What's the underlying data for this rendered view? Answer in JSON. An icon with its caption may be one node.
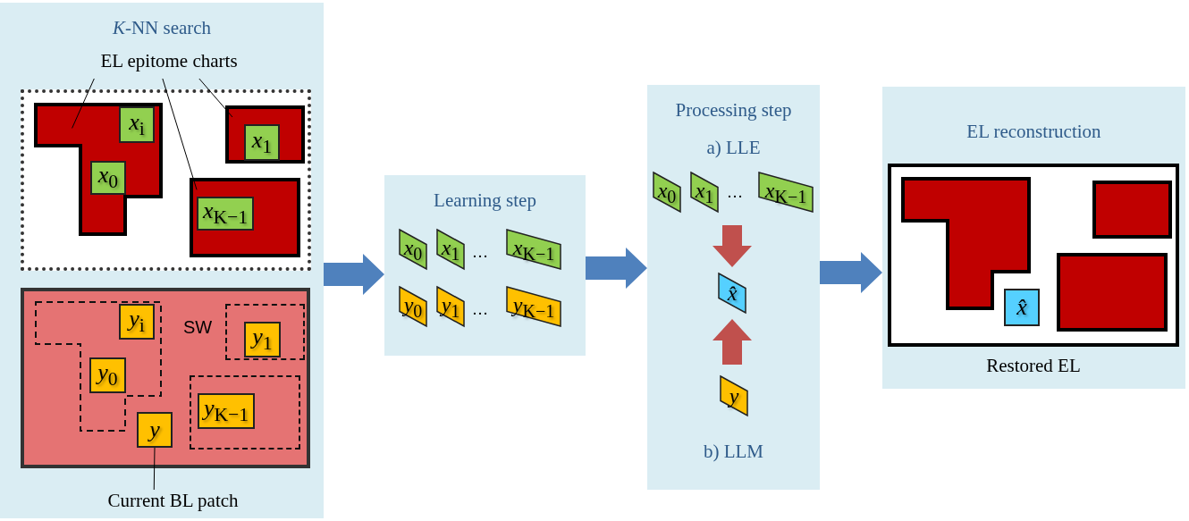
{
  "diagram": {
    "nodes": [
      {
        "text": [
          "*K*-NN search"
        ]
      },
      {
        "text": [
          "EL epitome charts"
        ],
        "in": 0
      },
      {
        "text": [],
        "shape": "box",
        "in": 0
      },
      {
        "text": [],
        "shape": "polygon",
        "in": 2
      },
      {
        "text": [
          "*x*$_{i}$"
        ],
        "in": 3
      },
      {
        "text": [
          "*x*$_{0}$"
        ],
        "in": 3
      },
      {
        "text": [],
        "shape": "box",
        "in": 2
      },
      {
        "text": [
          "*x*$_{1}$"
        ],
        "in": 6
      },
      {
        "text": [],
        "shape": "box",
        "in": 2
      },
      {
        "text": [
          "*x*$_{K−1}$"
        ],
        "in": 8
      },
      {
        "text": [],
        "shape": "box",
        "in": 0
      },
      {
        "text": [],
        "shape": "polygon",
        "in": 10
      },
      {
        "text": [
          "*y*$_{i}$"
        ],
        "in": 11
      },
      {
        "text": [
          "*y*$_{0}$"
        ],
        "in": 11
      },
      {
        "text": [],
        "shape": "box",
        "in": 10
      },
      {
        "text": [
          "*y*$_{1}$"
        ],
        "in": 14
      },
      {
        "text": [],
        "shape": "box",
        "in": 10
      },
      {
        "text": [
          "*y*$_{K−1}$"
        ],
        "in": 16
      },
      {
        "text": [
          "*y*"
        ],
        "in": 10
      },
      {
        "text": [
          "Current BL patch"
        ],
        "in": 0
      },
      {
        "text": [
          "Learning step"
        ]
      },
      {
        "text": [
          "*x*$_{0}$"
        ],
        "in": 20
      },
      {
        "text": [
          "*x*$_{1}$"
        ],
        "in": 20
      },
      {
        "text": [
          "*x*$_{K−1}$"
        ],
        "in": 20
      },
      {
        "text": [
          "*y*$_{0}$"
        ],
        "in": 20
      },
      {
        "text": [
          "*y*$_{1}$"
        ],
        "in": 20
      },
      {
        "text": [
          "*y*$_{K−1}$"
        ],
        "in": 20
      },
      {
        "text": [
          "Processing step",
          "a) LLE",
          "b) LLM"
        ]
      },
      {
        "text": [
          "*x*$_{0}$"
        ],
        "in": 27
      },
      {
        "text": [
          "*x*$_{1}$"
        ],
        "in": 27
      },
      {
        "text": [
          "*x*$_{K−1}$"
        ],
        "in": 27
      },
      {
        "text": [
          "*x̂*"
        ],
        "in": 27
      },
      {
        "text": [
          "*y*"
        ],
        "in": 27
      },
      {
        "text": [
          "EL reconstruction"
        ]
      },
      {
        "text": [],
        "shape": "box",
        "in": 33,
        "beside": [
          "Restored EL"
        ]
      },
      {
        "text": [],
        "shape": "polygon",
        "in": 34
      },
      {
        "text": [],
        "shape": "box",
        "in": 34
      },
      {
        "text": [],
        "shape": "box",
        "in": 34
      },
      {
        "text": [
          "*x̂*"
        ],
        "in": 34
      }
    ],
    "edges": [
      {
        "from": 1,
        "to": 3,
        "arrow": "none"
      },
      {
        "from": 1,
        "to": 8,
        "arrow": "none"
      },
      {
        "from": 1,
        "to": 6,
        "arrow": "none"
      },
      {
        "from": 19,
        "to": 18,
        "arrow": "none"
      },
      {
        "from": 0,
        "to": 20,
        "arrow": "to",
        "style": "thick",
        "color": "#4f81bd"
      },
      {
        "from": 20,
        "to": 27,
        "arrow": "to",
        "style": "thick",
        "color": "#4f81bd"
      },
      {
        "from": 27,
        "to": 33,
        "arrow": "to",
        "style": "thick",
        "color": "#4f81bd"
      },
      {
        "from": 29,
        "to": 31,
        "arrow": "to",
        "style": "thick",
        "color": "#c0504d"
      },
      {
        "from": 32,
        "to": 31,
        "arrow": "to",
        "style": "thick",
        "color": "#c0504d"
      }
    ],
    "labels": [
      "SW",
      "…",
      "…",
      "…"
    ]
  }
}
